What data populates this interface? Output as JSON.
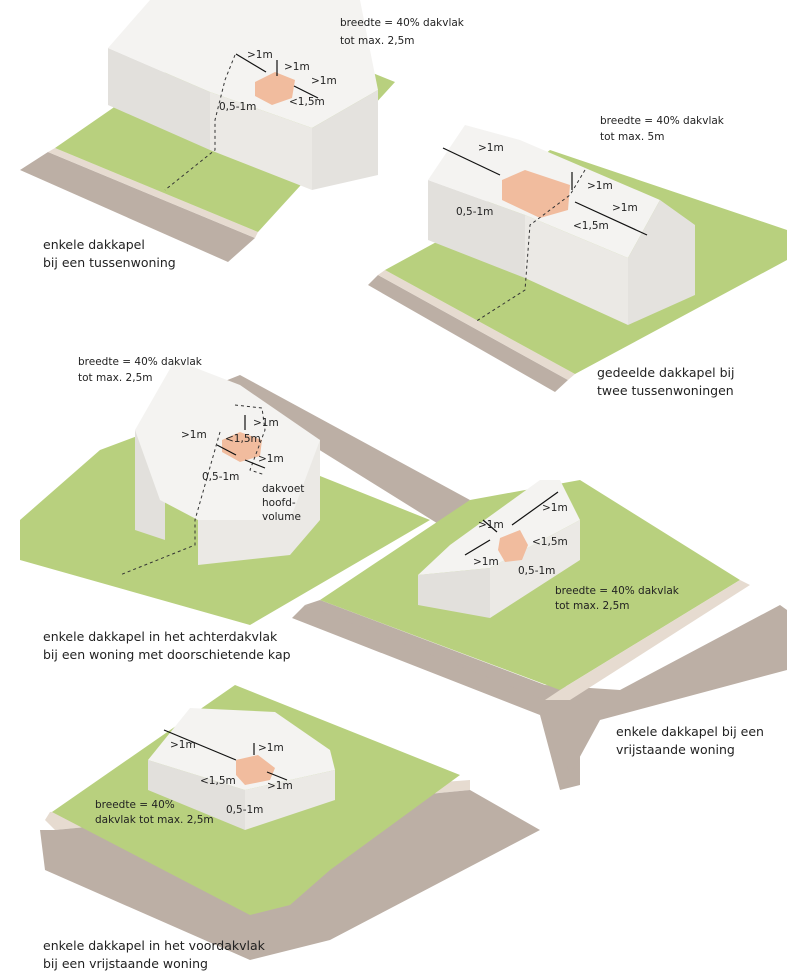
{
  "colors": {
    "grass": "#b8d07e",
    "road": "#bcafa5",
    "curb": "#e6dbd0",
    "wall": "#e9e7e3",
    "roof": "#f4f3f1",
    "dormer": "#f1bc9e"
  },
  "scenes": [
    {
      "caption": [
        "enkele dakkapel",
        "bij een tussenwoning"
      ],
      "note": [
        "breedte = 40% dakvlak",
        "tot max. 2,5m"
      ],
      "dims": [
        ">1m",
        ">1m",
        ">1m",
        "<1,5m",
        "0,5-1m"
      ]
    },
    {
      "caption": [
        "gedeelde dakkapel bij",
        "twee tussenwoningen"
      ],
      "note": [
        "breedte = 40% dakvlak",
        "tot max. 5m"
      ],
      "dims": [
        ">1m",
        ">1m",
        ">1m",
        "0,5-1m",
        "<1,5m"
      ]
    },
    {
      "caption": [
        "enkele dakkapel in het achterdakvlak",
        "bij een woning met doorschietende kap"
      ],
      "note": [
        "breedte = 40% dakvlak",
        "tot max. 2,5m"
      ],
      "dims": [
        ">1m",
        ">1m",
        "<1,5m",
        ">1m",
        "0,5-1m"
      ],
      "extra": [
        "dakvoet",
        "hoofd-",
        "volume"
      ]
    },
    {
      "caption": [
        "enkele dakkapel bij een",
        "vrijstaande woning"
      ],
      "note": [
        "breedte = 40% dakvlak",
        "tot max. 2,5m"
      ],
      "dims": [
        ">1m",
        ">1m",
        "<1,5m",
        ">1m",
        "0,5-1m"
      ]
    },
    {
      "caption": [
        "enkele dakkapel in het voordakvlak",
        "bij een vrijstaande woning"
      ],
      "note": [
        "breedte = 40%",
        "dakvlak tot max. 2,5m"
      ],
      "dims": [
        ">1m",
        ">1m",
        "<1,5m",
        ">1m",
        "0,5-1m"
      ]
    }
  ]
}
